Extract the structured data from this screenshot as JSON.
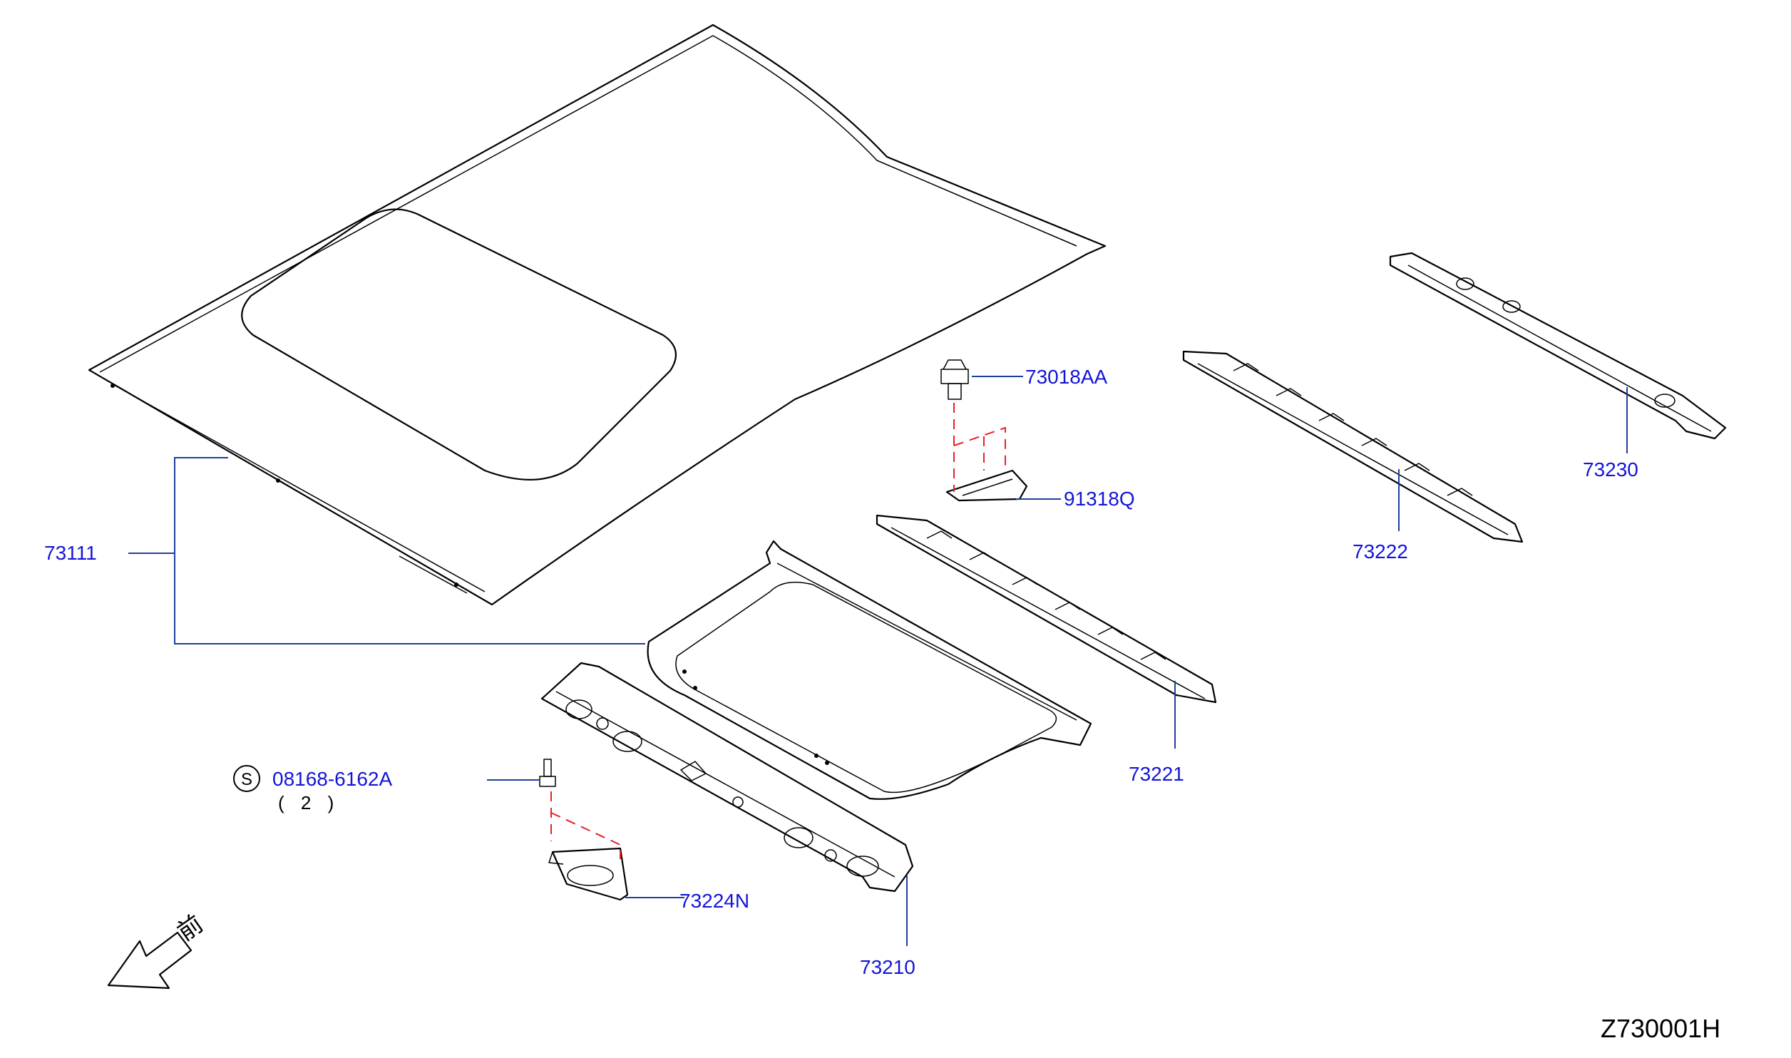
{
  "diagram": {
    "reference_code": "Z730001H",
    "front_marker": "前",
    "standard_part_symbol": "S",
    "parts": [
      {
        "id": "p73111",
        "number": "73111"
      },
      {
        "id": "p73018AA",
        "number": "73018AA"
      },
      {
        "id": "p91318Q",
        "number": "91318Q"
      },
      {
        "id": "p73230",
        "number": "73230"
      },
      {
        "id": "p73222",
        "number": "73222"
      },
      {
        "id": "p73221",
        "number": "73221"
      },
      {
        "id": "p08168",
        "number": "08168-6162A",
        "quantity": "( 2 )"
      },
      {
        "id": "p73224N",
        "number": "73224N"
      },
      {
        "id": "p73210",
        "number": "73210"
      }
    ],
    "colors": {
      "label": "#1414d8",
      "leader": "#1f3f9f",
      "dashed_link": "#e8202a",
      "line_art": "#000000"
    }
  }
}
